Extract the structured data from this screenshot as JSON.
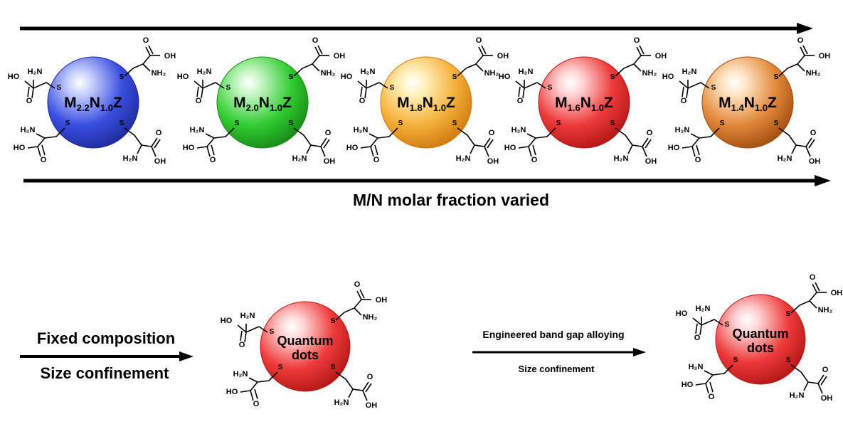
{
  "top_row": {
    "caption": "M/N molar fraction varied",
    "particles": [
      {
        "m_sub": "2.2",
        "n_sub": "1.0",
        "color": "#3a4fe0",
        "color_light": "#c9d1ff",
        "color_dark": "#1f2a9c"
      },
      {
        "m_sub": "2.0",
        "n_sub": "1.0",
        "color": "#33cc33",
        "color_light": "#c8f7c8",
        "color_dark": "#178a17"
      },
      {
        "m_sub": "1.8",
        "n_sub": "1.0",
        "color": "#f6b13b",
        "color_light": "#fff3c0",
        "color_dark": "#cf7a0f"
      },
      {
        "m_sub": "1.6",
        "n_sub": "1.0",
        "color": "#ee3a3a",
        "color_light": "#ffd6d6",
        "color_dark": "#b41616"
      },
      {
        "m_sub": "1.4",
        "n_sub": "1.0",
        "color": "#e3883a",
        "color_light": "#ffe6c6",
        "color_dark": "#a14e10"
      }
    ],
    "formula_letters": {
      "m": "M",
      "n": "N",
      "z": "Z"
    }
  },
  "bottom_row": {
    "left_label_top": "Fixed composition",
    "left_label_bottom": "Size confinement",
    "middle_label_top": "Engineered band gap alloying",
    "middle_label_bottom": "Size confinement",
    "dot_label_line1": "Quantum",
    "dot_label_line2": "dots",
    "dot_color": "#ee3a3a",
    "dot_color_light": "#ffd6d6",
    "dot_color_dark": "#b41616"
  },
  "ligand": {
    "s": "S",
    "h2n": "H₂N",
    "nh2": "NH₂",
    "oh": "OH",
    "ho": "HO",
    "o": "O"
  }
}
